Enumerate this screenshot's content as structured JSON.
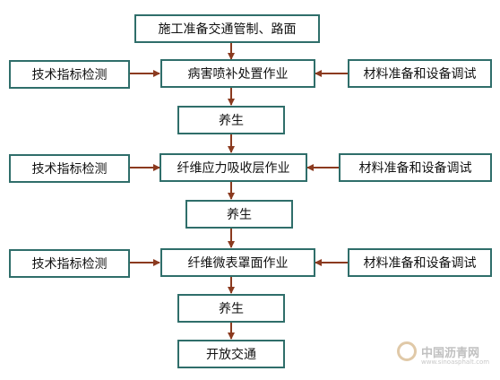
{
  "flow": {
    "start": "施工准备交通管制、路面",
    "step1": {
      "center": "病害喷补处置作业",
      "left": "技术指标检测",
      "right": "材料准备和设备调试"
    },
    "cure1": "养生",
    "step2": {
      "center": "纤维应力吸收层作业",
      "left": "技术指标检测",
      "right": "材料准备和设备调试"
    },
    "cure2": "养生",
    "step3": {
      "center": "纤维微表罩面作业",
      "left": "技术指标检测",
      "right": "材料准备和设备调试"
    },
    "cure3": "养生",
    "end": "开放交通"
  },
  "watermark": {
    "name": "中国沥青网",
    "url": "www.sinoasphalt.com"
  },
  "colors": {
    "border": "#2f6e6a",
    "arrow": "#8b3a1f"
  }
}
